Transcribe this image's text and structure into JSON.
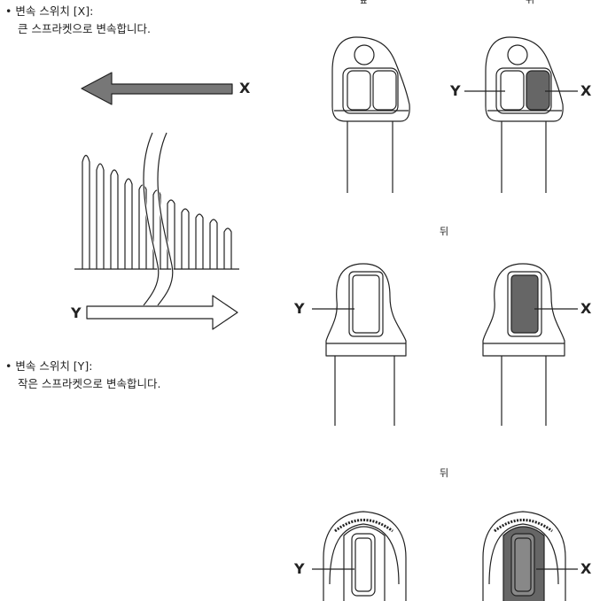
{
  "instructions": {
    "x_switch": {
      "bullet": "•",
      "title": "변속 스위치 [X]:",
      "desc": "큰 스프라켓으로 변속합니다."
    },
    "y_switch": {
      "bullet": "•",
      "title": "변속 스위치 [Y]:",
      "desc": "작은 스프라켓으로 변속합니다."
    }
  },
  "callouts": {
    "x": "X",
    "y": "Y"
  },
  "view_labels": {
    "front": "앞",
    "rear": "뒤"
  },
  "colors": {
    "line": "#222222",
    "dark_fill": "#666666",
    "grey_fill": "#777777",
    "white": "#ffffff"
  }
}
